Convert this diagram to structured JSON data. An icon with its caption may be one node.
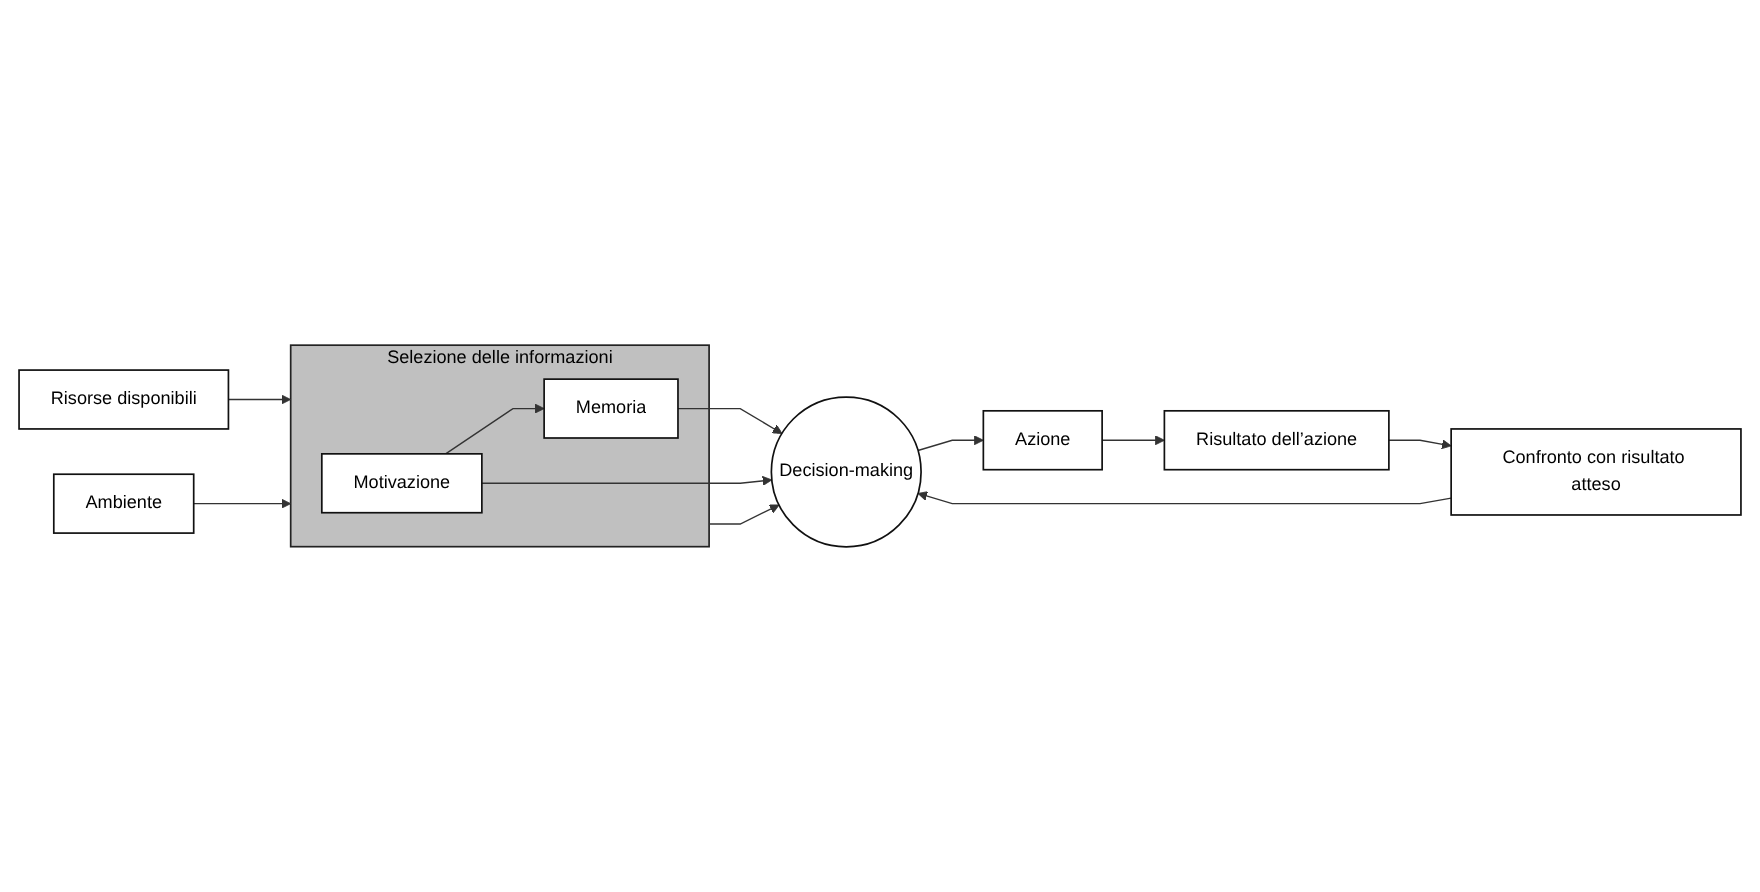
{
  "diagram": {
    "nodes": [
      {
        "text": [
          "Selezione delle informazioni"
        ]
      },
      {
        "text": [
          "Memoria"
        ],
        "in": 0
      },
      {
        "text": [
          "Motivazione"
        ],
        "in": 0
      },
      {
        "text": [
          "Risorse disponibili"
        ]
      },
      {
        "text": [
          "Ambiente"
        ]
      },
      {
        "text": [
          "Decision-making"
        ]
      },
      {
        "text": [
          "Confronto con risultato atteso"
        ]
      },
      {
        "text": [
          "Risultato dell’azione"
        ]
      },
      {
        "text": [
          "Azione"
        ]
      }
    ],
    "edges": [
      {
        "from": 3,
        "to": 0,
        "arrow": "to"
      },
      {
        "from": 4,
        "to": 0,
        "arrow": "to"
      },
      {
        "from": 2,
        "to": 1,
        "arrow": "to"
      },
      {
        "from": 1,
        "to": 5,
        "arrow": "to"
      },
      {
        "from": 0,
        "to": 5,
        "arrow": "to"
      },
      {
        "from": 2,
        "to": 5,
        "arrow": "to"
      },
      {
        "from": 5,
        "to": 8,
        "arrow": "to"
      },
      {
        "from": 8,
        "to": 7,
        "arrow": "to"
      },
      {
        "from": 7,
        "to": 6,
        "arrow": "to"
      },
      {
        "from": 6,
        "to": 5,
        "arrow": "to"
      }
    ]
  }
}
